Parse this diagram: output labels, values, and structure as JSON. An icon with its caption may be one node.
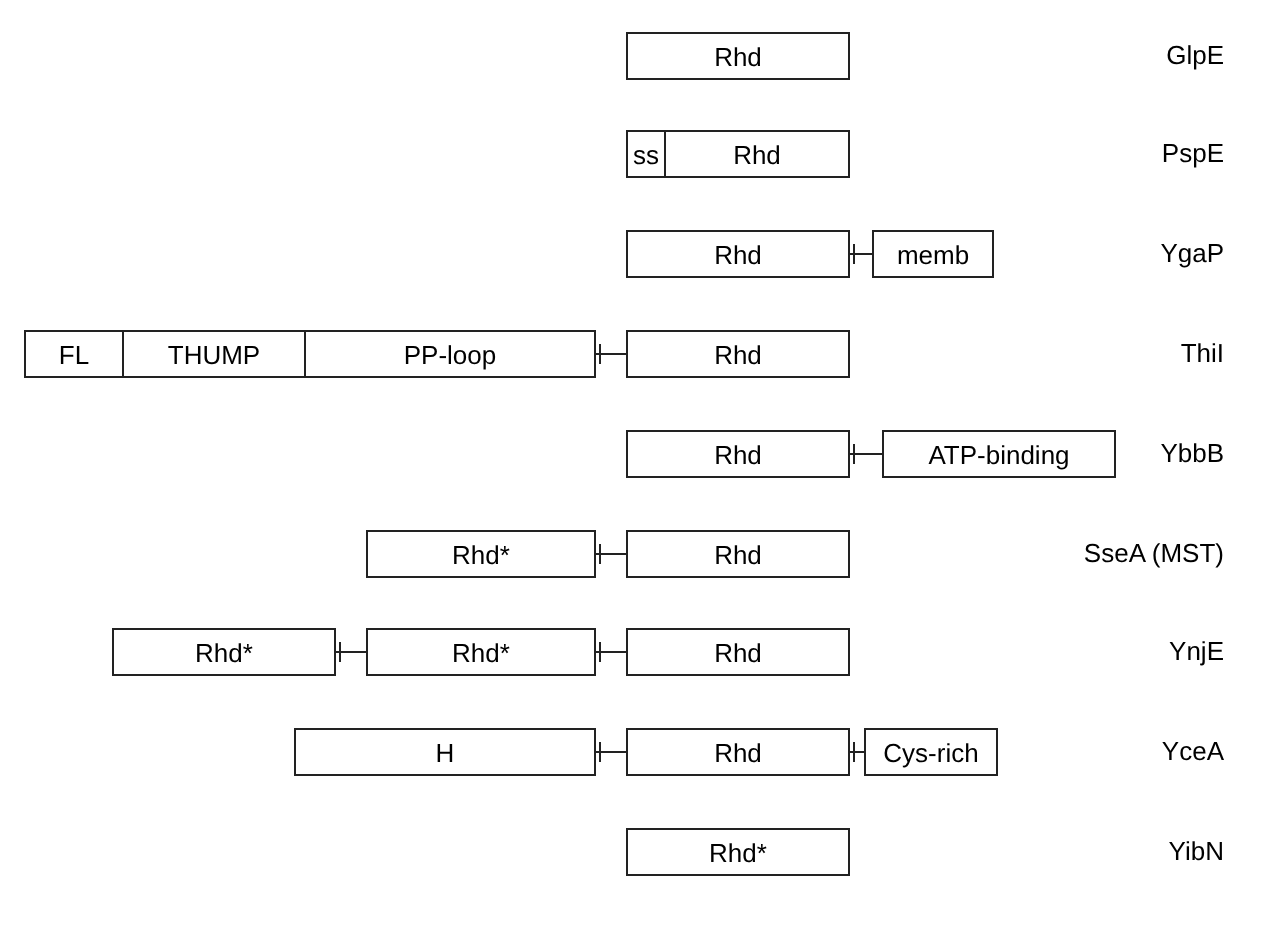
{
  "diagram": {
    "nodes": [
      {
        "text": [
          "Rhd"
        ]
      },
      {
        "text": [
          "ss"
        ]
      },
      {
        "text": [
          "Rhd"
        ]
      },
      {
        "text": [
          "Rhd"
        ]
      },
      {
        "text": [
          "memb"
        ]
      },
      {
        "text": [
          "FL"
        ]
      },
      {
        "text": [
          "THUMP"
        ]
      },
      {
        "text": [
          "PP-loop"
        ]
      },
      {
        "text": [
          "Rhd"
        ]
      },
      {
        "text": [
          "Rhd"
        ]
      },
      {
        "text": [
          "ATP-binding"
        ]
      },
      {
        "text": [
          "Rhd*"
        ]
      },
      {
        "text": [
          "Rhd"
        ]
      },
      {
        "text": [
          "Rhd*"
        ]
      },
      {
        "text": [
          "Rhd*"
        ]
      },
      {
        "text": [
          "Rhd"
        ]
      },
      {
        "text": [
          "H"
        ]
      },
      {
        "text": [
          "Rhd"
        ]
      },
      {
        "text": [
          "Cys-rich"
        ]
      },
      {
        "text": [
          "Rhd*"
        ]
      }
    ],
    "edges": [
      {
        "from": 3,
        "to": 4,
        "arrow": "other"
      },
      {
        "from": 7,
        "to": 8,
        "arrow": "other"
      },
      {
        "from": 9,
        "to": 10,
        "arrow": "other"
      },
      {
        "from": 11,
        "to": 12,
        "arrow": "other"
      },
      {
        "from": 13,
        "to": 14,
        "arrow": "other"
      },
      {
        "from": 14,
        "to": 15,
        "arrow": "other"
      },
      {
        "from": 16,
        "to": 17,
        "arrow": "other"
      },
      {
        "from": 17,
        "to": 18,
        "arrow": "other"
      }
    ],
    "labels": [
      "GlpE",
      "PspE",
      "YgaP",
      "ThiI",
      "YbbB",
      "SseA (MST)",
      "YnjE",
      "YceA",
      "YibN"
    ]
  }
}
